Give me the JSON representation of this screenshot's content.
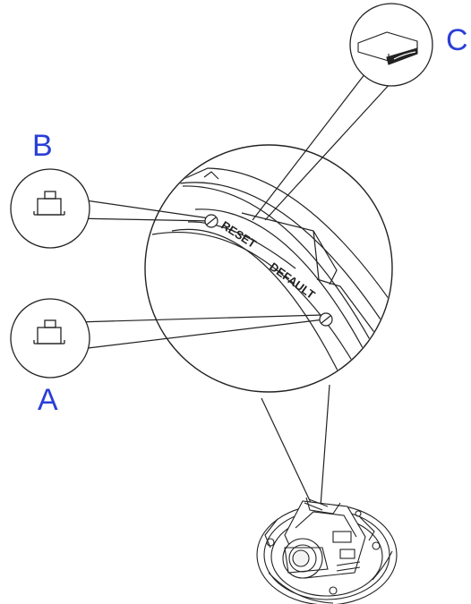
{
  "heading": "",
  "labels": {
    "a": "A",
    "b": "B",
    "c": "C"
  },
  "engraving": {
    "reset": "RESET",
    "default": "DEFAULT"
  },
  "colors": {
    "label_blue": "#2a3fd6",
    "heading_blue": "#1a73c8",
    "line": "#222222"
  },
  "icons": {
    "microsd_card": "microsd-card-icon",
    "reset_button": "tact-switch-icon",
    "default_button": "tact-switch-icon"
  }
}
